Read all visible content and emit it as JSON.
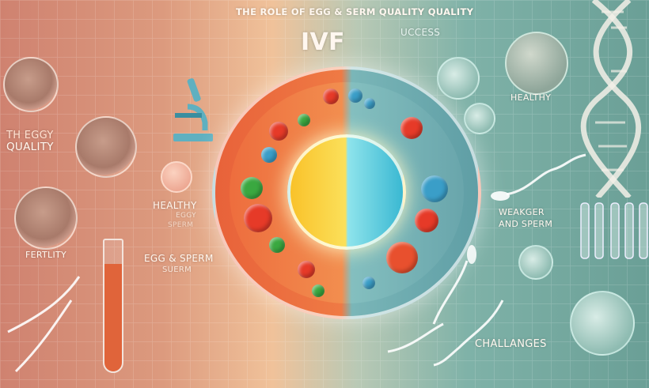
{
  "title": "THE ROLE OF EGG & SERM QUALITY QUALITY",
  "ivf": "IVF",
  "success": "UCCESS",
  "left": {
    "egg_quality_1": "TH EGGY",
    "egg_quality_2": "QUALITY",
    "fertility": "FERTLITY",
    "healthy": "HEALTHY",
    "healthy_sub1": "EGGY",
    "healthy_sub2": "SPERM",
    "egg_sperm": "EGG & SPERM",
    "egg_sperm_sub": "SUERM"
  },
  "right": {
    "healthy": "HEALTHY",
    "weaker_1": "WEAKGER",
    "weaker_2": "AND SPERM",
    "challenges": "CHALLANGES"
  },
  "colors": {
    "warm": "#d9907a",
    "cool": "#6fa9a0",
    "nucleus_warm": "#f7a020",
    "nucleus_cool": "#4fc8d8"
  }
}
